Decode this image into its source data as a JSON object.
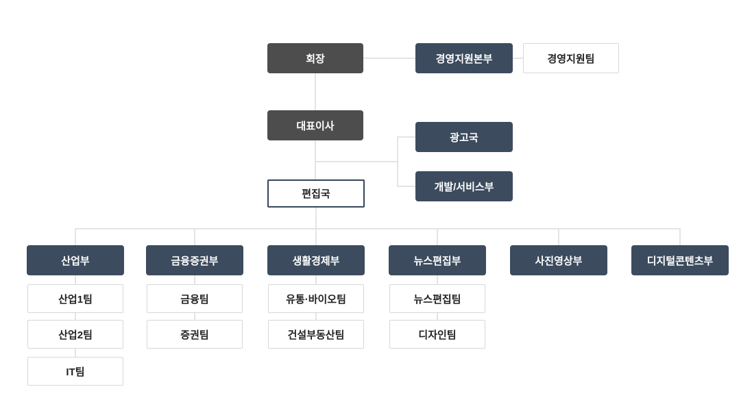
{
  "chart_type": "organization-chart",
  "nodes": {
    "chairman": "회장",
    "ceo": "대표이사",
    "mgmt_hq": "경영지원본부",
    "mgmt_team": "경영지원팀",
    "ad_bureau": "광고국",
    "dev_service": "개발/서비스부",
    "editorial": "편집국",
    "dept_industry": "산업부",
    "team_industry1": "산업1팀",
    "team_industry2": "산업2팀",
    "team_it": "IT팀",
    "dept_finance": "금융증권부",
    "team_finance": "금융팀",
    "team_securities": "증권팀",
    "dept_life": "생활경제부",
    "team_retail_bio": "유통·바이오팀",
    "team_construction": "건설부동산팀",
    "dept_news": "뉴스편집부",
    "team_news_edit": "뉴스편집팀",
    "team_design": "디자인팀",
    "dept_photo": "사진영상부",
    "dept_digital": "디지털콘텐츠부"
  },
  "hierarchy": {
    "회장": [
      "대표이사",
      "경영지원본부"
    ],
    "경영지원본부": [
      "경영지원팀"
    ],
    "대표이사": [
      "편집국",
      "광고국",
      "개발/서비스부"
    ],
    "편집국": [
      "산업부",
      "금융증권부",
      "생활경제부",
      "뉴스편집부",
      "사진영상부",
      "디지털콘텐츠부"
    ],
    "산업부": [
      "산업1팀",
      "산업2팀",
      "IT팀"
    ],
    "금융증권부": [
      "금융팀",
      "증권팀"
    ],
    "생활경제부": [
      "유통·바이오팀",
      "건설부동산팀"
    ],
    "뉴스편집부": [
      "뉴스편집팀",
      "디자인팀"
    ],
    "사진영상부": [],
    "디지털콘텐츠부": []
  },
  "colors": {
    "executive_box": "#4d4d4d",
    "division_box": "#3c4b5e",
    "editorial_border": "#36455c",
    "team_box_border": "#d7d7d7",
    "connector_line": "#e4e4e4",
    "text_on_dark": "#ffffff",
    "text_on_light": "#222222",
    "background": "#ffffff"
  }
}
